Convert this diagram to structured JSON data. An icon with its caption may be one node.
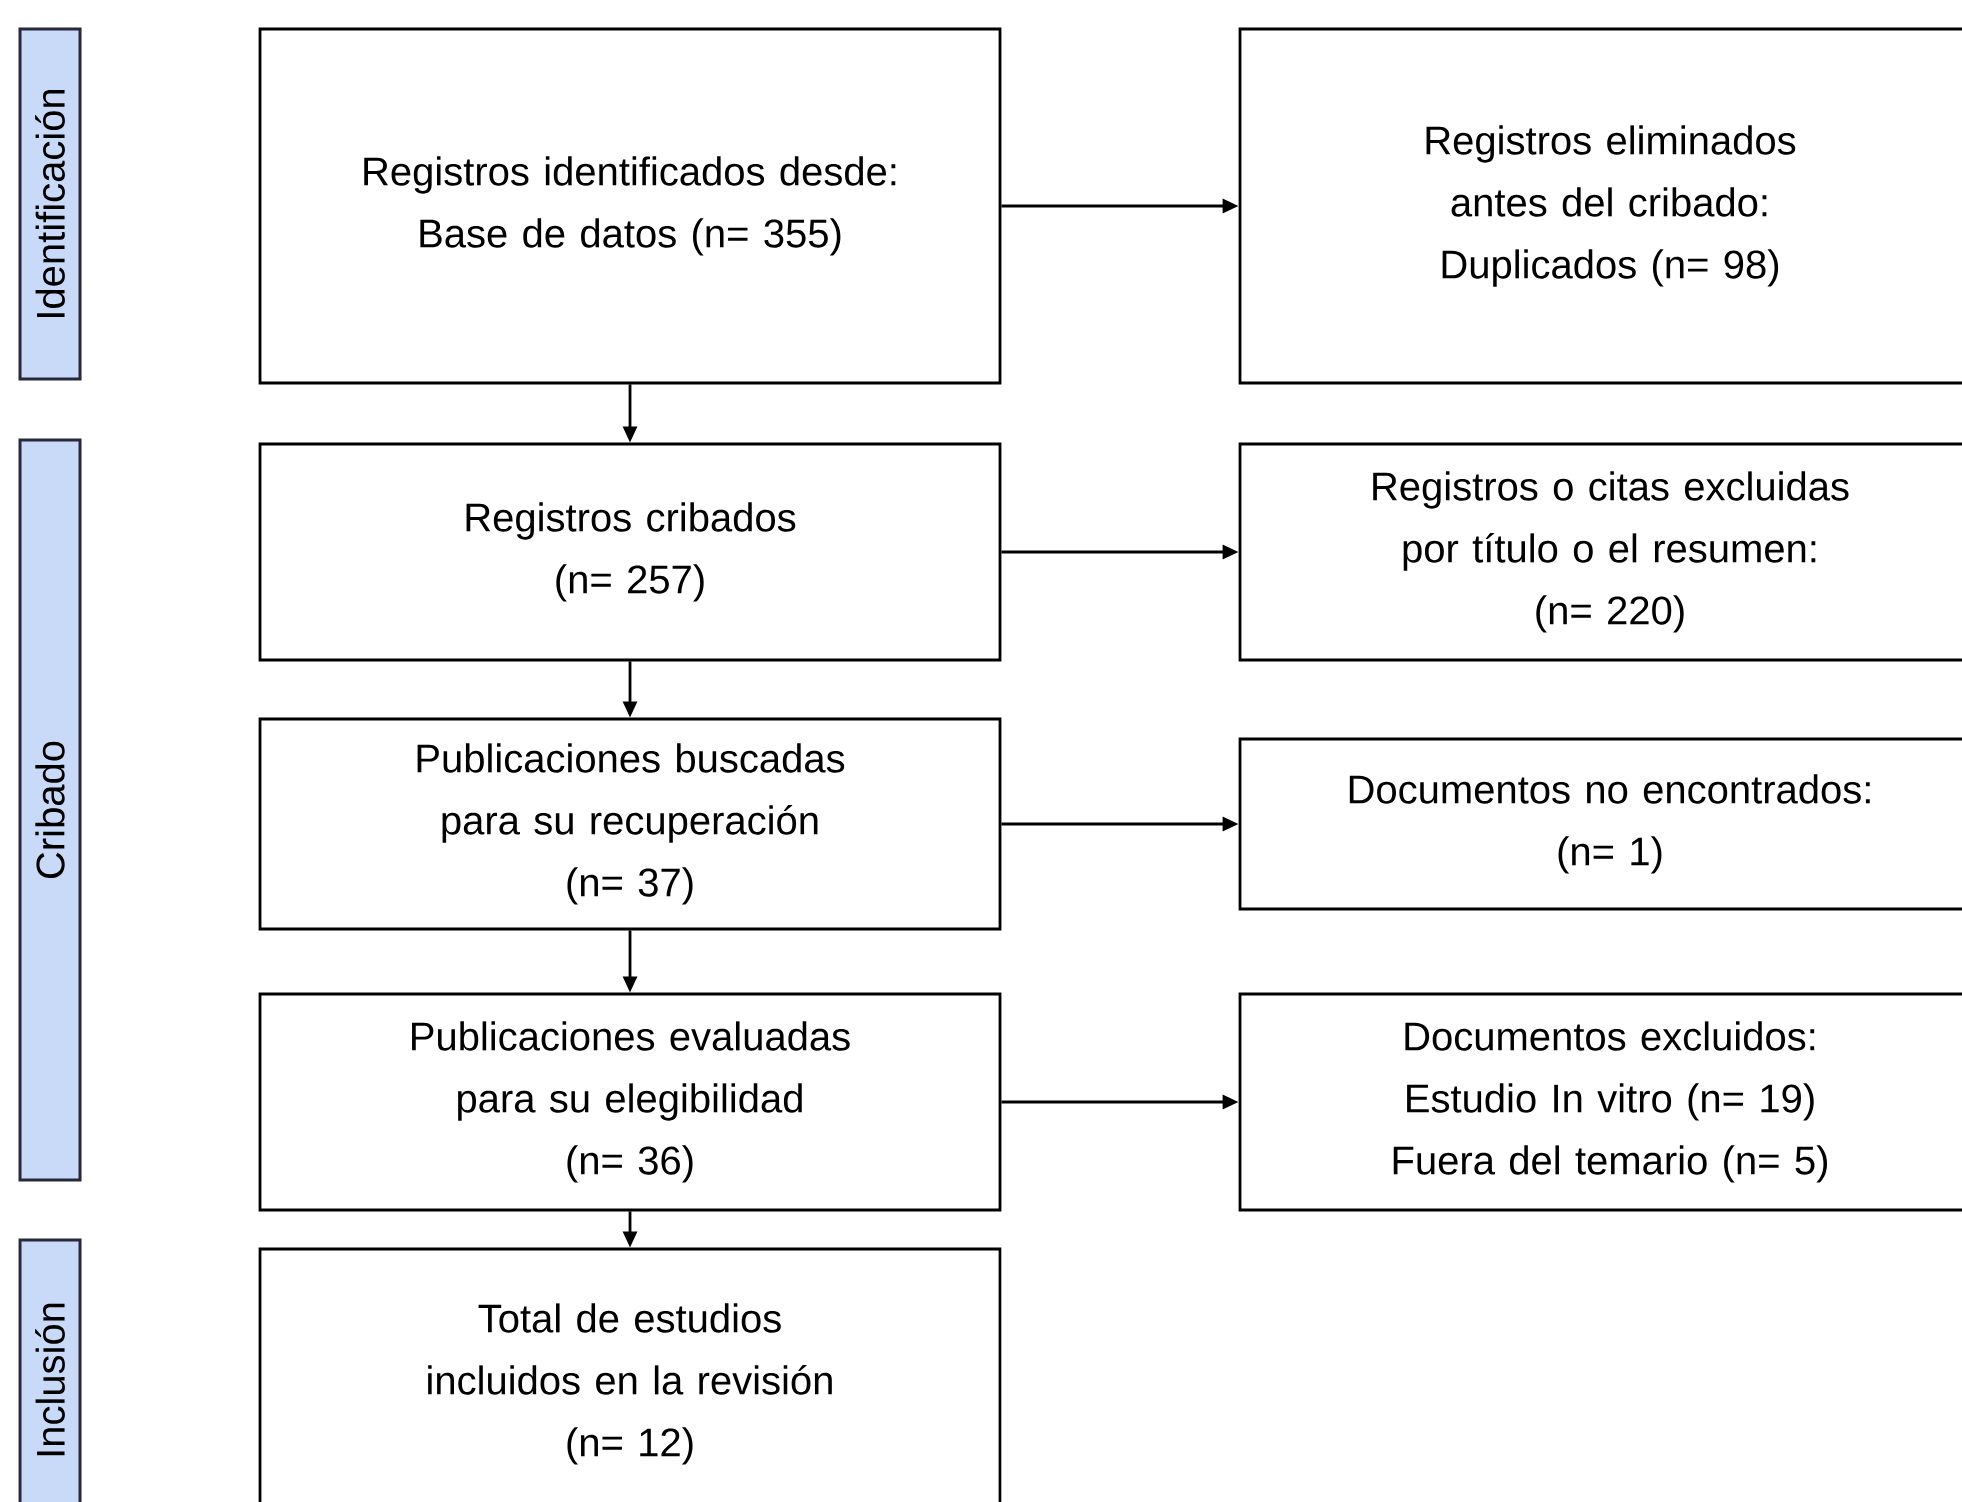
{
  "diagram": {
    "nodes": [
      {
        "text": [
          "Identificación"
        ]
      },
      {
        "text": [
          "Cribado"
        ]
      },
      {
        "text": [
          "Inclusión"
        ]
      },
      {
        "text": [
          "Registros identificados desde:",
          "Base de datos (n= 355)"
        ]
      },
      {
        "text": [
          "Registros eliminados antes del cribado:",
          "Duplicados (n= 98)"
        ]
      },
      {
        "text": [
          "Registros cribados",
          "(n= 257)"
        ]
      },
      {
        "text": [
          "Registros o citas excluidas por título o el resumen:",
          "(n= 220)"
        ]
      },
      {
        "text": [
          "Publicaciones buscadas para su recuperación",
          "(n= 37)"
        ]
      },
      {
        "text": [
          "Documentos no encontrados:",
          "(n= 1)"
        ]
      },
      {
        "text": [
          "Publicaciones evaluadas para su elegibilidad",
          "(n= 36)"
        ]
      },
      {
        "text": [
          "Documentos excluidos:",
          "Estudio In vitro (n= 19)",
          "Fuera del temario (n= 5)"
        ]
      },
      {
        "text": [
          "Total de estudios incluidos en la revisión",
          "(n= 12)"
        ]
      }
    ],
    "edges": [
      {
        "from": 3,
        "to": 4,
        "arrow": "to"
      },
      {
        "from": 3,
        "to": 5,
        "arrow": "to"
      },
      {
        "from": 5,
        "to": 6,
        "arrow": "to"
      },
      {
        "from": 5,
        "to": 7,
        "arrow": "to"
      },
      {
        "from": 7,
        "to": 8,
        "arrow": "to"
      },
      {
        "from": 7,
        "to": 9,
        "arrow": "to"
      },
      {
        "from": 9,
        "to": 10,
        "arrow": "to"
      },
      {
        "from": 9,
        "to": 11,
        "arrow": "to"
      }
    ]
  }
}
